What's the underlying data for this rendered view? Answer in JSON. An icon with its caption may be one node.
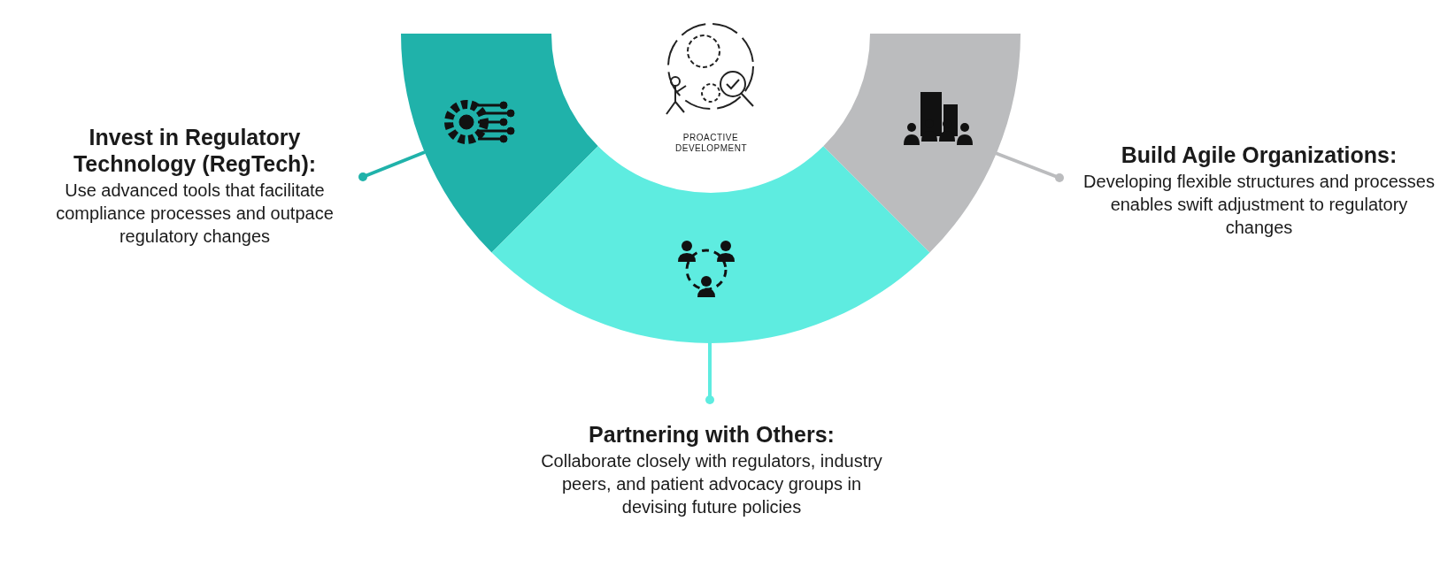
{
  "diagram": {
    "nodes": [
      {
        "text": [
          "PROACTIVE DEVELOPMENT"
        ]
      },
      {
        "text": [],
        "shape": "arc"
      },
      {
        "text": [],
        "shape": "arc"
      },
      {
        "text": [],
        "shape": "arc"
      },
      {
        "text": [
          "Invest in Regulatory Technology (RegTech):",
          "Use advanced tools that facilitate compliance processes and outpace regulatory changes"
        ]
      },
      {
        "text": [
          "Partnering with Others:",
          "Collaborate closely with regulators, industry peers, and patient advocacy groups in devising future policies"
        ]
      },
      {
        "text": [
          "Build Agile Organizations:",
          "Developing flexible structures and processes enables swift adjustment to regulatory changes"
        ]
      }
    ],
    "edges": [
      {
        "from": 4,
        "to": 1,
        "arrow": "other",
        "color": "#20b2aa"
      },
      {
        "from": 5,
        "to": 2,
        "arrow": "other",
        "color": "#5eece0"
      },
      {
        "from": 6,
        "to": 3,
        "arrow": "other",
        "color": "#bbbcbe"
      }
    ]
  }
}
